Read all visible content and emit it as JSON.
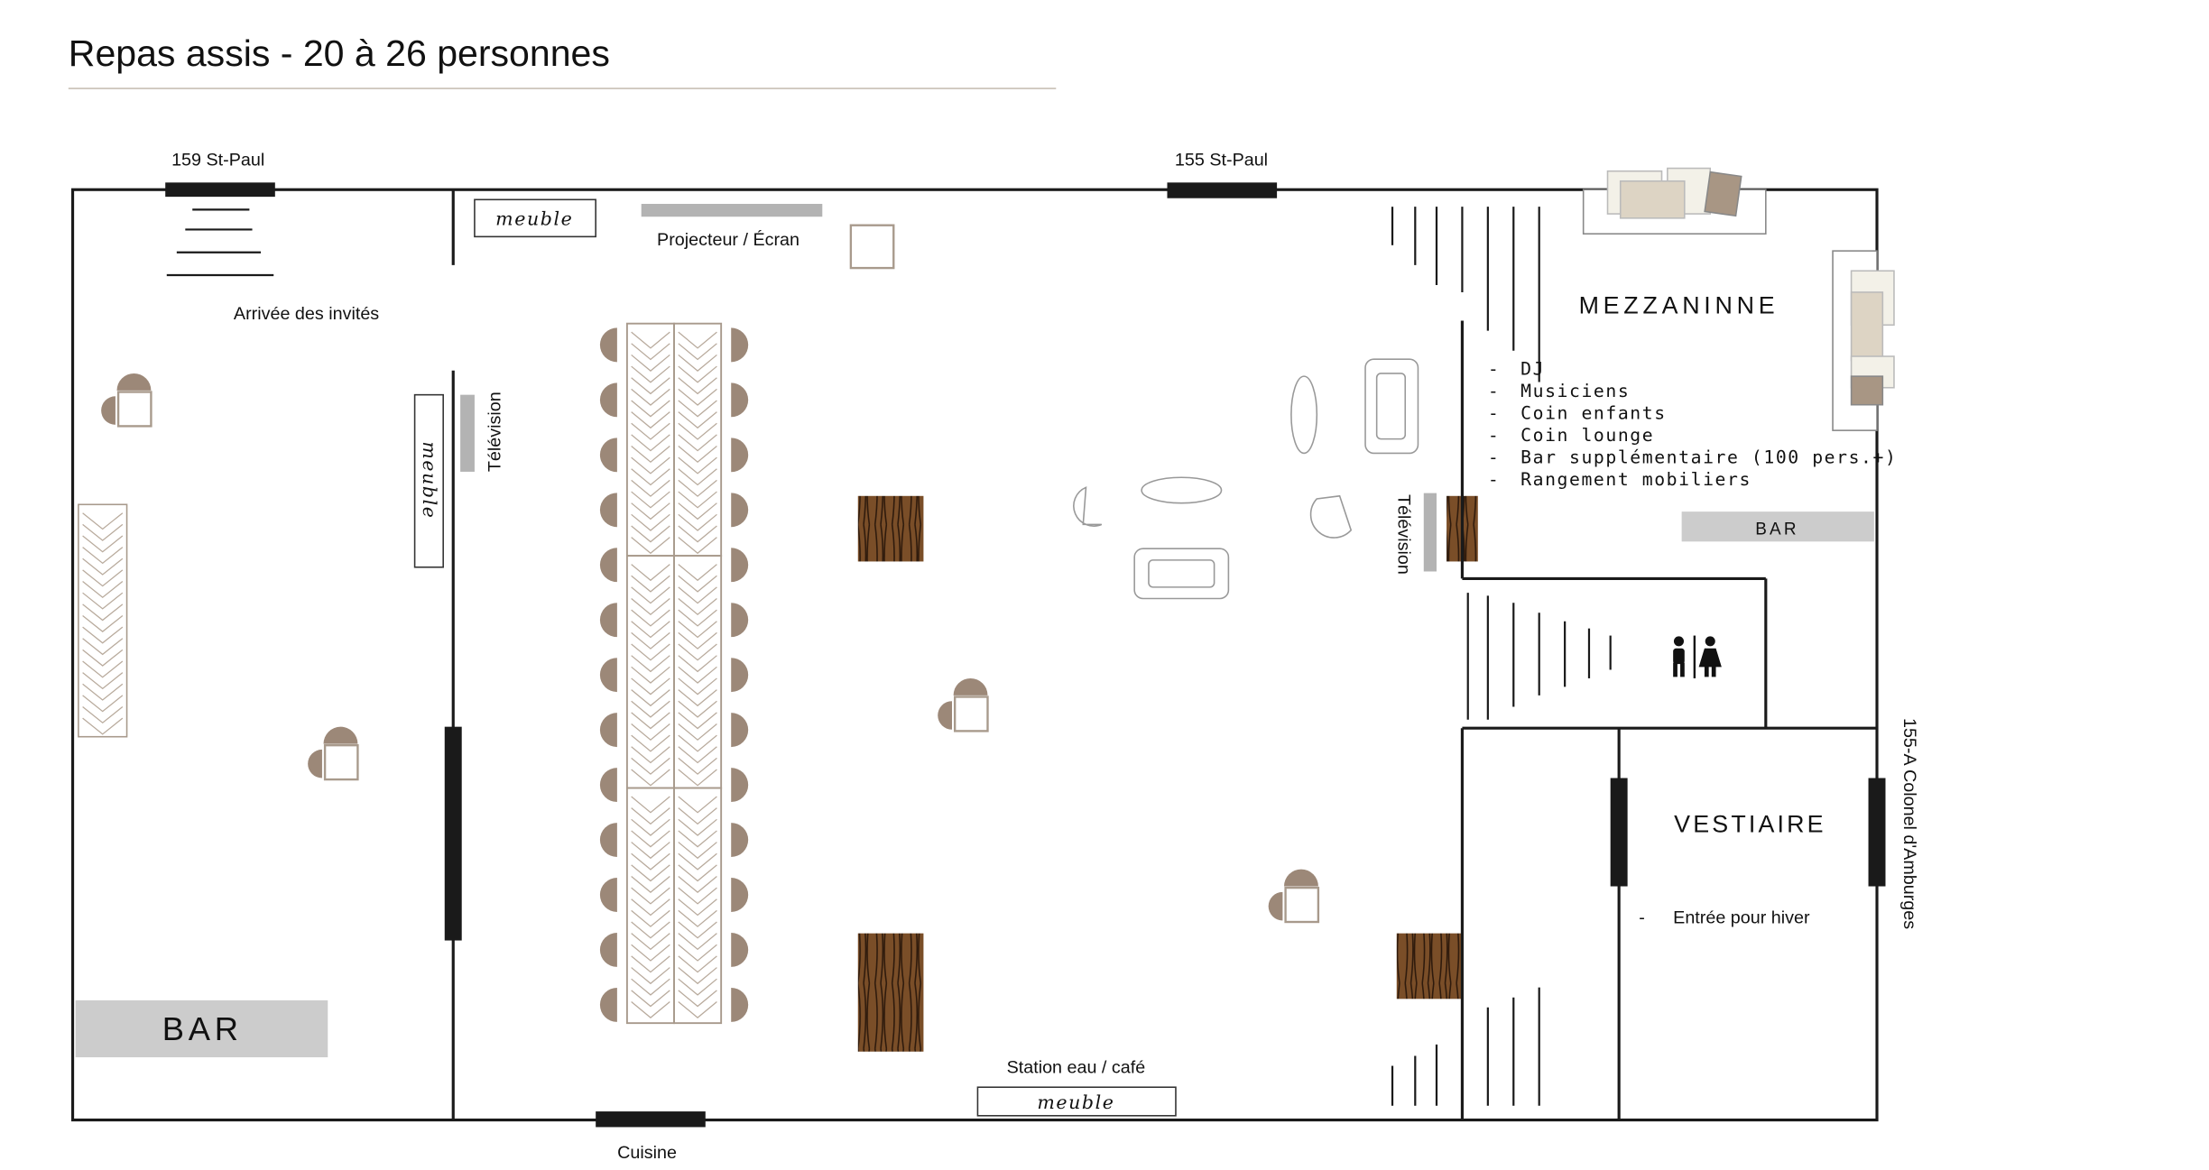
{
  "title": "Repas assis - 20 à 26 personnes",
  "entrances": {
    "north_west": "159 St-Paul",
    "north_east": "155 St-Paul",
    "east": "155-A Colonel d'Amburges",
    "south": "Cuisine"
  },
  "labels": {
    "guest_arrival": "Arrivée des invités",
    "projector": "Projecteur / Écran",
    "television_left": "Télévision",
    "television_right": "Télévision",
    "water_coffee": "Station eau / café",
    "furniture": "meuble"
  },
  "bar_main": "BAR",
  "mezzanine": {
    "title": "MEZZANINNE",
    "bullet": "-",
    "items": [
      "DJ",
      "Musiciens",
      "Coin enfants",
      "Coin lounge",
      "Bar supplémentaire (100 pers.+)",
      "Rangement mobiliers"
    ],
    "bar": "BAR"
  },
  "cloakroom": {
    "title": "VESTIAIRE",
    "bullet": "-",
    "note": "Entrée pour hiver"
  },
  "icons": {
    "restroom": "restroom-icon"
  },
  "colors": {
    "chair": "#9c8878",
    "bar_fill": "#cccccc",
    "wood": "#6b4423",
    "accent_line": "#c8bfb5"
  }
}
